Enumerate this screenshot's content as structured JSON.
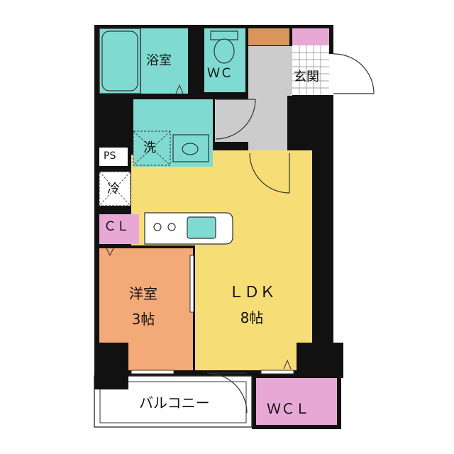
{
  "rooms": {
    "bath": "浴室",
    "wc": "ＷＣ",
    "entrance": "玄関",
    "washroom": "洗",
    "ps": "PS",
    "fridge": "冷",
    "closet": "ＣＬ",
    "western_room_name": "洋室",
    "western_room_size": "3帖",
    "ldk_name": "ＬＤＫ",
    "ldk_size": "8帖",
    "balcony": "バルコニー",
    "wcl": "ＷＣＬ"
  },
  "colors": {
    "wall": "#111111",
    "wet_area": "#7fdbd2",
    "ldk": "#f6dd76",
    "western_room": "#f4a978",
    "closet": "#e8a8d6",
    "hall": "#cccccc",
    "shoe_box": "#d9955a"
  }
}
